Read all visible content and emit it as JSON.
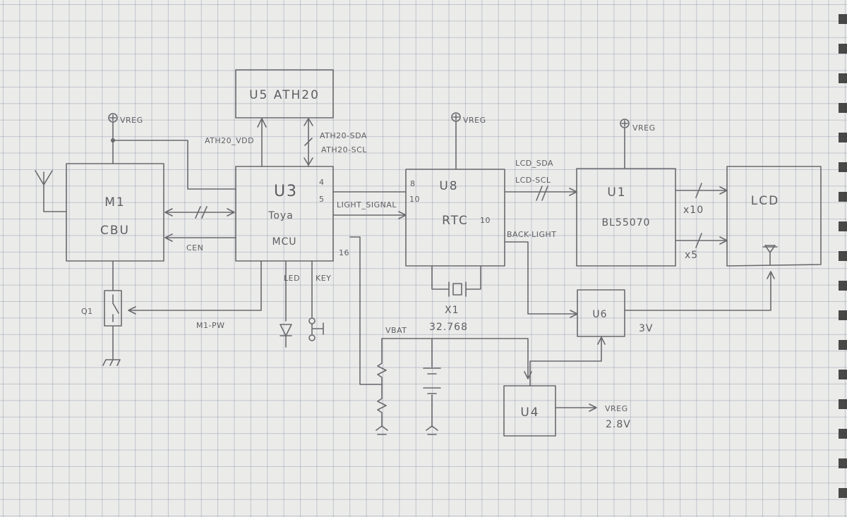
{
  "blocks": {
    "u5": "U5 ATH20",
    "m1_a": "M1",
    "m1_b": "CBU",
    "u3": "U3",
    "u3_b": "Toya",
    "u3_c": "MCU",
    "u8": "U8",
    "u8_b": "RTC",
    "u1": "U1",
    "u1_b": "BL55070",
    "lcd": "LCD",
    "u6": "U6",
    "u4": "U4"
  },
  "supplies": {
    "vreg": "VREG",
    "vreg_out": "VREG",
    "vreg_out_v": "2.8V",
    "u6_out": "3V",
    "vbat": "VBAT"
  },
  "nets": {
    "ath20_vdd": "ATH20_VDD",
    "ath20_sda": "ATH20-SDA",
    "ath20_scl": "ATH20-SCL",
    "cen": "CEN",
    "light_signal": "LIGHT_SIGNAL",
    "lcd_sda": "LCD_SDA",
    "lcd_scl": "LCD-SCL",
    "back_light": "BACK-LIGHT",
    "m1_pw": "M1-PW",
    "led": "LED",
    "key": "KEY"
  },
  "pins": {
    "u3_p4": "4",
    "u3_p5": "5",
    "u3_p16": "16",
    "u8_p8": "8",
    "u8_p10": "10",
    "u8_p10b": "10"
  },
  "parts": {
    "q1": "Q1",
    "x1": "X1",
    "x1_freq": "32.768"
  },
  "bus": {
    "x10": "x10",
    "x5": "x5"
  }
}
